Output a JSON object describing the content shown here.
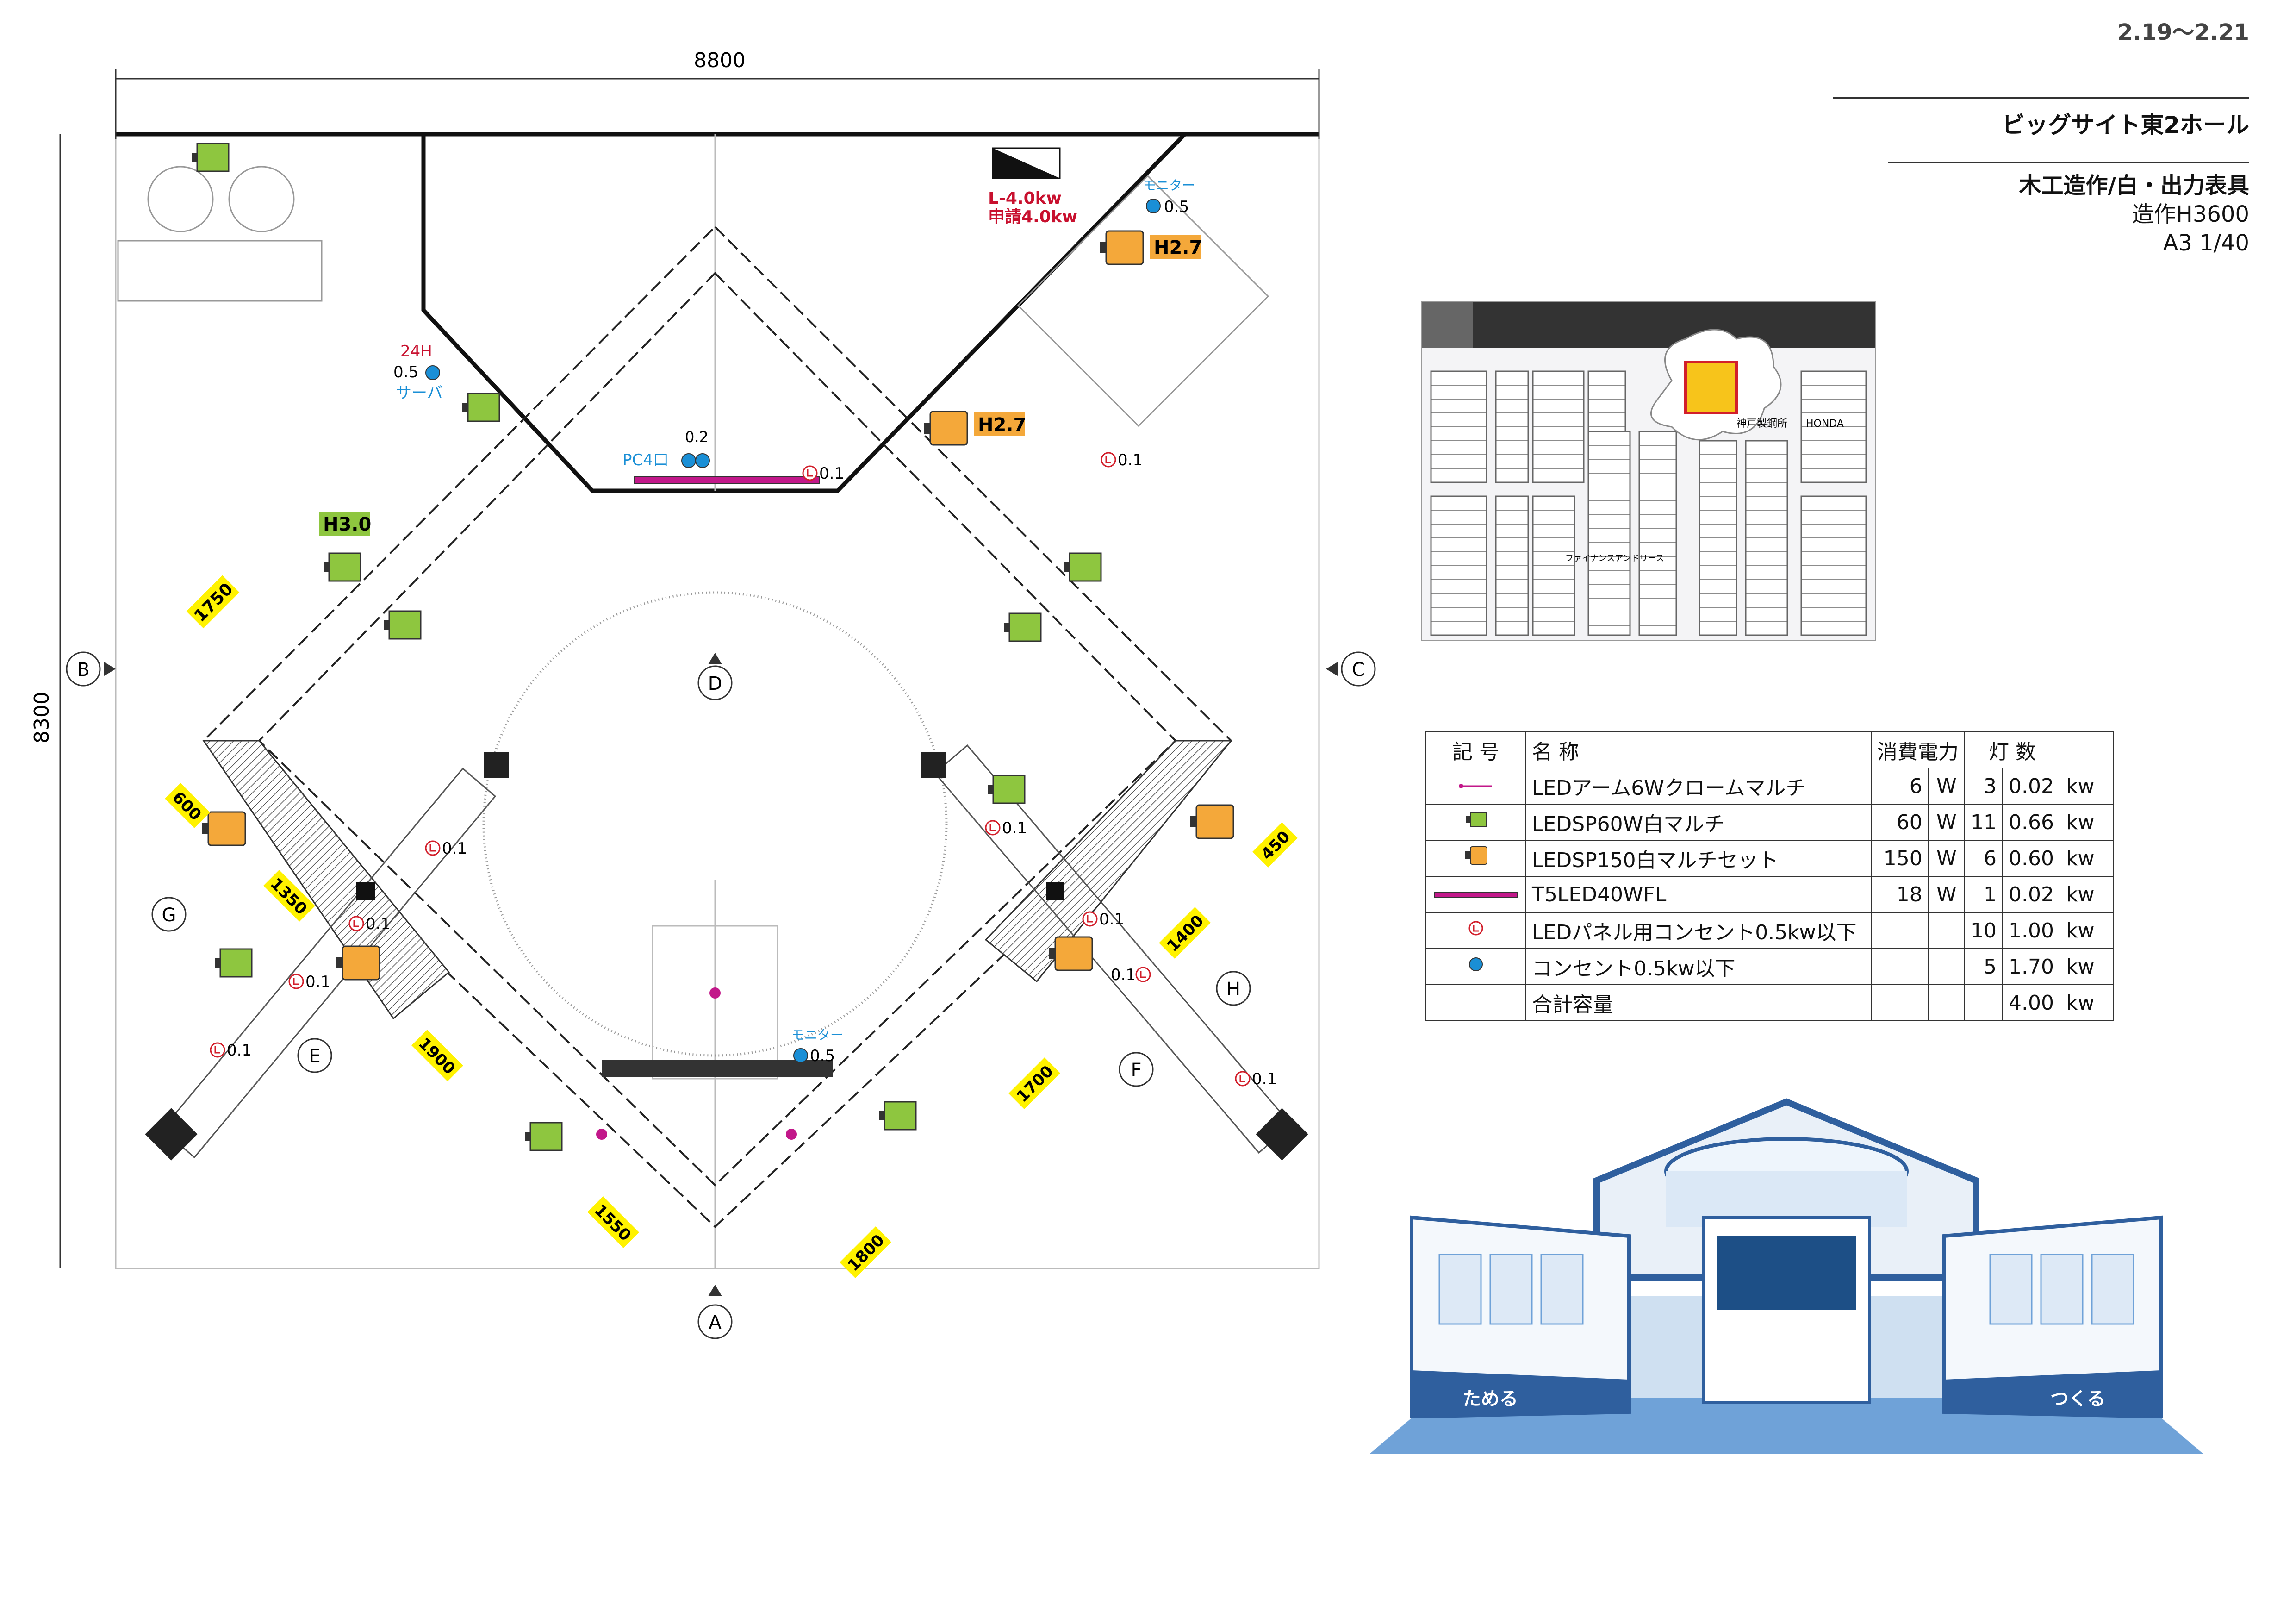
{
  "header": {
    "date": "2.19～2.21",
    "venue": "ビッグサイト東2ホール",
    "spec_title": "木工造作/白・出力表具",
    "spec_height": "造作H3600",
    "spec_scale": "A3 1/40"
  },
  "plan": {
    "dim_width": "8800",
    "dim_height": "8300",
    "dims": [
      "1750",
      "600",
      "1350",
      "1900",
      "1550",
      "1800",
      "1700",
      "1400",
      "450"
    ],
    "heights": [
      "H2.7",
      "H2.7",
      "H3.0"
    ],
    "power_request": [
      "L-4.0kw",
      "申請4.0kw"
    ],
    "monitor": "モニター",
    "monitor_value": "0.5",
    "server_24h": "24H",
    "server_value": "0.5",
    "server": "サーバ",
    "pc_value": "0.2",
    "pc_outlet": "PC4口",
    "outlet_value": "0.1",
    "sections": [
      "A",
      "B",
      "C",
      "D",
      "E",
      "F",
      "G",
      "H"
    ]
  },
  "minimap": {
    "labels": [
      "神戸製鋼所",
      "HONDA",
      "ファイナンスアンドリース"
    ]
  },
  "legend": {
    "headers": [
      "記 号",
      "名 称",
      "消費電力",
      "灯 数"
    ],
    "rows": [
      {
        "name": "LEDアーム6Wクロームマルチ",
        "watt": "6",
        "unit": "W",
        "count": "3",
        "kw": "0.02",
        "kwu": "kw"
      },
      {
        "name": "LEDSP60W白マルチ",
        "watt": "60",
        "unit": "W",
        "count": "11",
        "kw": "0.66",
        "kwu": "kw"
      },
      {
        "name": "LEDSP150白マルチセット",
        "watt": "150",
        "unit": "W",
        "count": "6",
        "kw": "0.60",
        "kwu": "kw"
      },
      {
        "name": "T5LED40WFL",
        "watt": "18",
        "unit": "W",
        "count": "1",
        "kw": "0.02",
        "kwu": "kw"
      },
      {
        "name": "LEDパネル用コンセント0.5kw以下",
        "watt": "",
        "unit": "",
        "count": "10",
        "kw": "1.00",
        "kwu": "kw"
      },
      {
        "name": "コンセント0.5kw以下",
        "watt": "",
        "unit": "",
        "count": "5",
        "kw": "1.70",
        "kwu": "kw"
      }
    ],
    "total_label": "合計容量",
    "total_kw": "4.00",
    "total_unit": "kw"
  },
  "render": {
    "left_panel": "ためる",
    "right_panel": "つくる"
  },
  "colors": {
    "green_light": "#8ec63f",
    "orange_light": "#f4a83a",
    "label_yellow": "#fff200",
    "outlet_blue": "#1a8fd6",
    "outlet_red": "#d21f2b",
    "t5_magenta": "#c2188a"
  }
}
